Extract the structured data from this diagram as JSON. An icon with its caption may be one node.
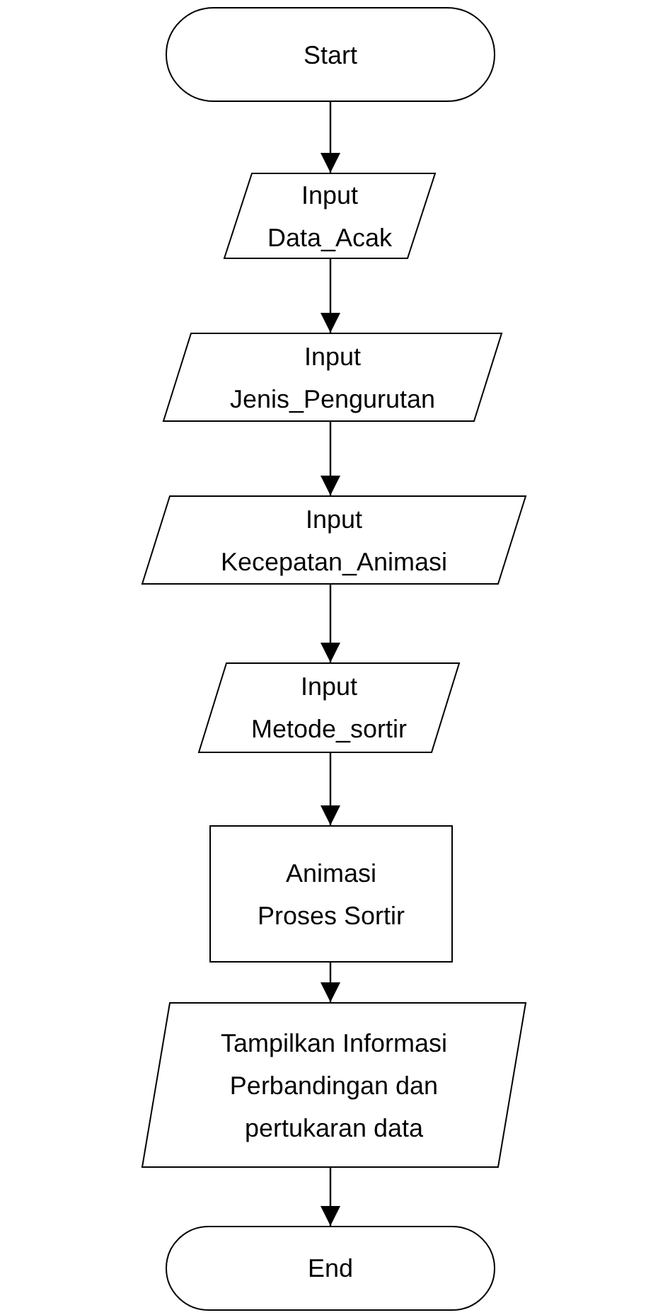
{
  "diagram": {
    "nodes": [
      {
        "text": [
          "Start"
        ]
      },
      {
        "text": [
          "Input",
          "Data_Acak"
        ]
      },
      {
        "text": [
          "Input",
          "Jenis_Pengurutan"
        ]
      },
      {
        "text": [
          "Input",
          "Kecepatan_Animasi"
        ]
      },
      {
        "text": [
          "Input",
          "Metode_sortir"
        ]
      },
      {
        "text": [
          "Animasi",
          "Proses Sortir"
        ]
      },
      {
        "text": [
          "Tampilkan Informasi Perbandingan dan pertukaran data"
        ]
      },
      {
        "text": [
          "End"
        ]
      }
    ],
    "edges": [
      {
        "from": 0,
        "to": 1,
        "arrow": "to"
      },
      {
        "from": 1,
        "to": 2,
        "arrow": "to"
      },
      {
        "from": 2,
        "to": 3,
        "arrow": "to"
      },
      {
        "from": 3,
        "to": 4,
        "arrow": "to"
      },
      {
        "from": 4,
        "to": 5,
        "arrow": "to"
      },
      {
        "from": 5,
        "to": 6,
        "arrow": "to"
      },
      {
        "from": 6,
        "to": 7,
        "arrow": "to"
      }
    ]
  }
}
